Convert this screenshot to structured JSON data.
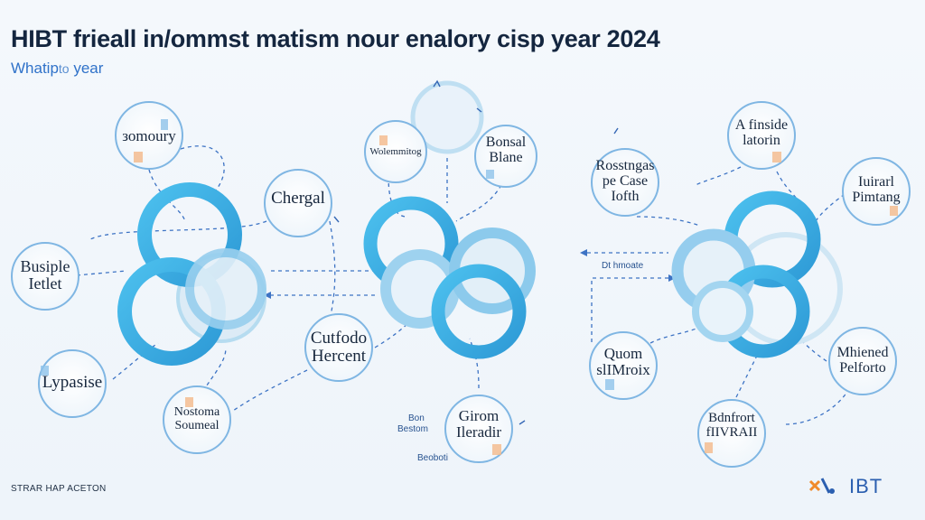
{
  "header": {
    "title": "HIBT frieall in/ommst matism nour enalory cisp year 2024",
    "subtitle_prefix": "Whatip",
    "subtitle_mid": "to",
    "subtitle_suffix": "year"
  },
  "nodes": [
    {
      "id": "n1",
      "label": "зomoury"
    },
    {
      "id": "n2",
      "label": "Chergal"
    },
    {
      "id": "n3",
      "label": "Busiple\nIetlet"
    },
    {
      "id": "n4",
      "label": "Lypasise"
    },
    {
      "id": "n5",
      "label": "Nostoma\nSoumeal"
    },
    {
      "id": "n6",
      "label": "Wolemmitog"
    },
    {
      "id": "n7",
      "label": "Bonsal\nBlane"
    },
    {
      "id": "n8",
      "label": "Cutfodo\nHercent"
    },
    {
      "id": "n9",
      "label": "Girom\nIleradir"
    },
    {
      "id": "n10",
      "label": "A finside\nlatorin"
    },
    {
      "id": "n11",
      "label": "Rosstngas\npe Case\nIofth"
    },
    {
      "id": "n12",
      "label": "Iuirarl\nPimtang"
    },
    {
      "id": "n13",
      "label": "Quom\nslIMroix"
    },
    {
      "id": "n14",
      "label": "Mhiened\nPelforto"
    },
    {
      "id": "n15",
      "label": "Bdnfrort\nfIIVRAII"
    }
  ],
  "annotations": {
    "middle_right": "Dt hmoate",
    "bottom_left_1": "Bon",
    "bottom_left_2": "Bestom",
    "bottom_left_3": "Beoboti"
  },
  "footer": {
    "left": "STRAR HAP ACETON",
    "logo_text": "IBT"
  },
  "colors": {
    "accent": "#3fb0e4",
    "accent_light": "#a9d8f0",
    "title": "#14263f",
    "subtitle": "#2f72c9",
    "dashed": "#3d73c4"
  }
}
